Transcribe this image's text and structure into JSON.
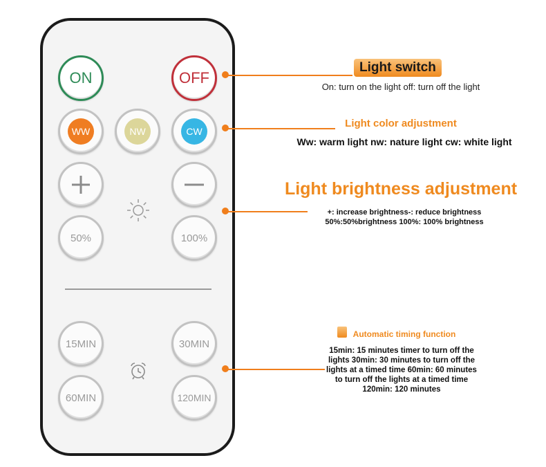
{
  "remote": {
    "buttons": {
      "on": "ON",
      "off": "OFF",
      "ww": "WW",
      "nw": "NW",
      "cw": "CW",
      "b50": "50%",
      "b100": "100%",
      "t15": "15MIN",
      "t30": "30MIN",
      "t60": "60MIN",
      "t120": "120MIN"
    },
    "icons": {
      "plus": "plus-icon",
      "minus": "minus-icon",
      "brightness": "sun-icon",
      "timer": "alarm-clock-icon"
    }
  },
  "annotations": {
    "switch": {
      "title": "Light switch",
      "desc": "On: turn on the light off: turn off the light"
    },
    "color": {
      "title": "Light color adjustment",
      "desc": "Ww: warm light nw: nature light cw: white light"
    },
    "brightness": {
      "title": "Light brightness adjustment",
      "desc_line1": "+: increase brightness-: reduce brightness",
      "desc_line2": "50%:50%brightness 100%: 100% brightness"
    },
    "timer": {
      "title": "Automatic timing function",
      "desc": "15min: 15 minutes timer to turn off the lights 30min: 30 minutes to turn off the lights at a timed time 60min: 60 minutes to turn off the lights at a timed time 120min: 120 minutes"
    }
  },
  "colors": {
    "accent": "#f07e1b",
    "on": "#2e8b57",
    "off": "#c0303a",
    "ww": "#ef7d22",
    "nw": "#dcd69a",
    "cw": "#37b6e4"
  }
}
